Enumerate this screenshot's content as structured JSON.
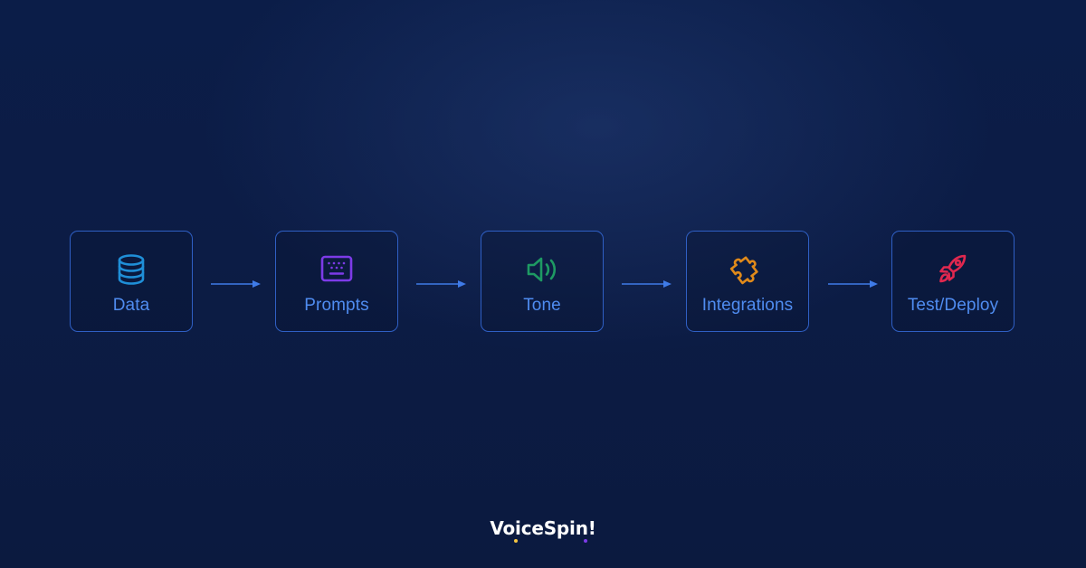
{
  "steps": [
    {
      "label": "Data",
      "icon": "database-icon",
      "color": "#1f8fd8"
    },
    {
      "label": "Prompts",
      "icon": "keyboard-icon",
      "color": "#7d3be8"
    },
    {
      "label": "Tone",
      "icon": "speaker-icon",
      "color": "#1e9a63"
    },
    {
      "label": "Integrations",
      "icon": "puzzle-icon",
      "color": "#e08a1a"
    },
    {
      "label": "Test/Deploy",
      "icon": "rocket-icon",
      "color": "#e0284f"
    }
  ],
  "connectors": {
    "count": 4,
    "color": "#3f7be8"
  },
  "brand": {
    "name": "VoiceSpin!",
    "dot_colors": [
      "#f5c542",
      "#7d3be8"
    ]
  }
}
